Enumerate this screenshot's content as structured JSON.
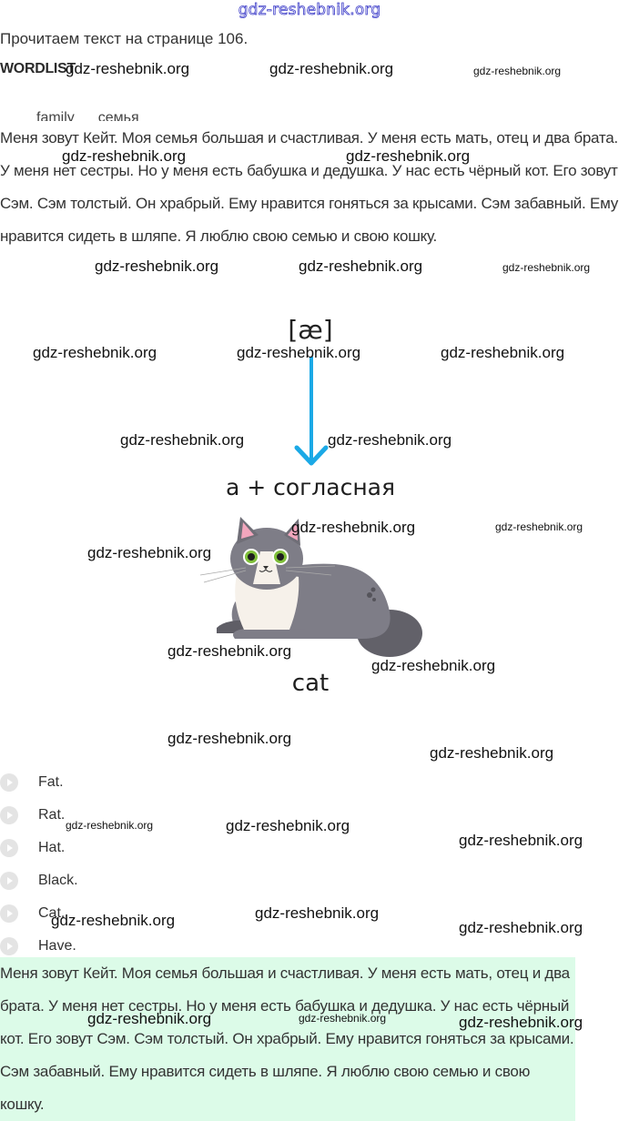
{
  "header": {
    "site_mark": "gdz-reshebnik.org"
  },
  "intro": "Прочитаем текст на странице 106.",
  "wordlist": {
    "title": "WORDLIST",
    "clipped_items": [
      "family",
      "семья"
    ]
  },
  "story": "Меня зовут Кейт. Моя семья большая и счастливая. У меня есть мать, отец и два брата. У меня нет сестры. Но у меня есть бабушка и дедушка. У нас есть чёрный кот. Его зовут Сэм. Сэм толстый. Он храбрый. Ему нравится гоняться за крысами. Сэм забавный. Ему нравится сидеть в шляпе. Я люблю свою семью и свою кошку.",
  "phonics": {
    "phoneme": "[æ]",
    "rule": "a + согласная",
    "example": "cat",
    "arrow_color": "#1ba9e6"
  },
  "words": [
    {
      "label": "Fat."
    },
    {
      "label": "Rat."
    },
    {
      "label": "Hat."
    },
    {
      "label": "Black."
    },
    {
      "label": "Cat."
    },
    {
      "label": "Have."
    }
  ],
  "answer": {
    "text": "Меня зовут Кейт. Моя семья большая и счастливая. У меня есть мать, отец и два брата. У меня нет сестры. Но у меня есть бабушка и дедушка. У нас есть чёрный кот. Его зовут Сэм. Сэм толстый. Он храбрый. Ему нравится гоняться за крысами. Сэм забавный. Ему нравится сидеть в шляпе. Я люблю свою семью и свою кошку.",
    "background": "#dcfbe8"
  },
  "watermark": "gdz-reshebnik.org"
}
